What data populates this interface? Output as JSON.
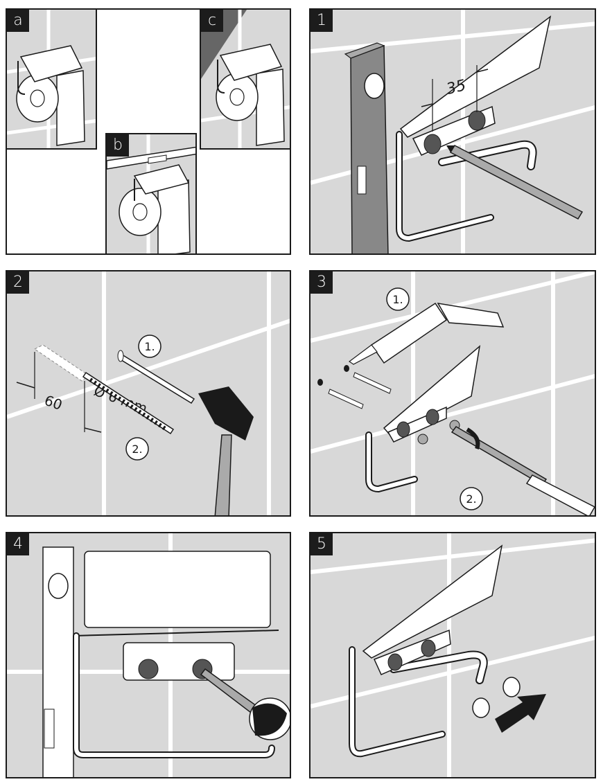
{
  "panels": {
    "variants": {
      "a": {
        "label": "a"
      },
      "b": {
        "label": "b"
      },
      "c": {
        "label": "c"
      }
    },
    "step1": {
      "label": "1",
      "dimension": "35"
    },
    "step2": {
      "label": "2",
      "distance": "60",
      "drill": "Ø 6 mm",
      "callout_1": "1.",
      "callout_2": "2."
    },
    "step3": {
      "label": "3",
      "callout_1": "1.",
      "callout_2": "2."
    },
    "step4": {
      "label": "4"
    },
    "step5": {
      "label": "5"
    }
  },
  "colors": {
    "wall": "#d8d8d8",
    "grout": "#ffffff",
    "ink": "#1a1a1a",
    "shade": "#7a7a7a"
  }
}
